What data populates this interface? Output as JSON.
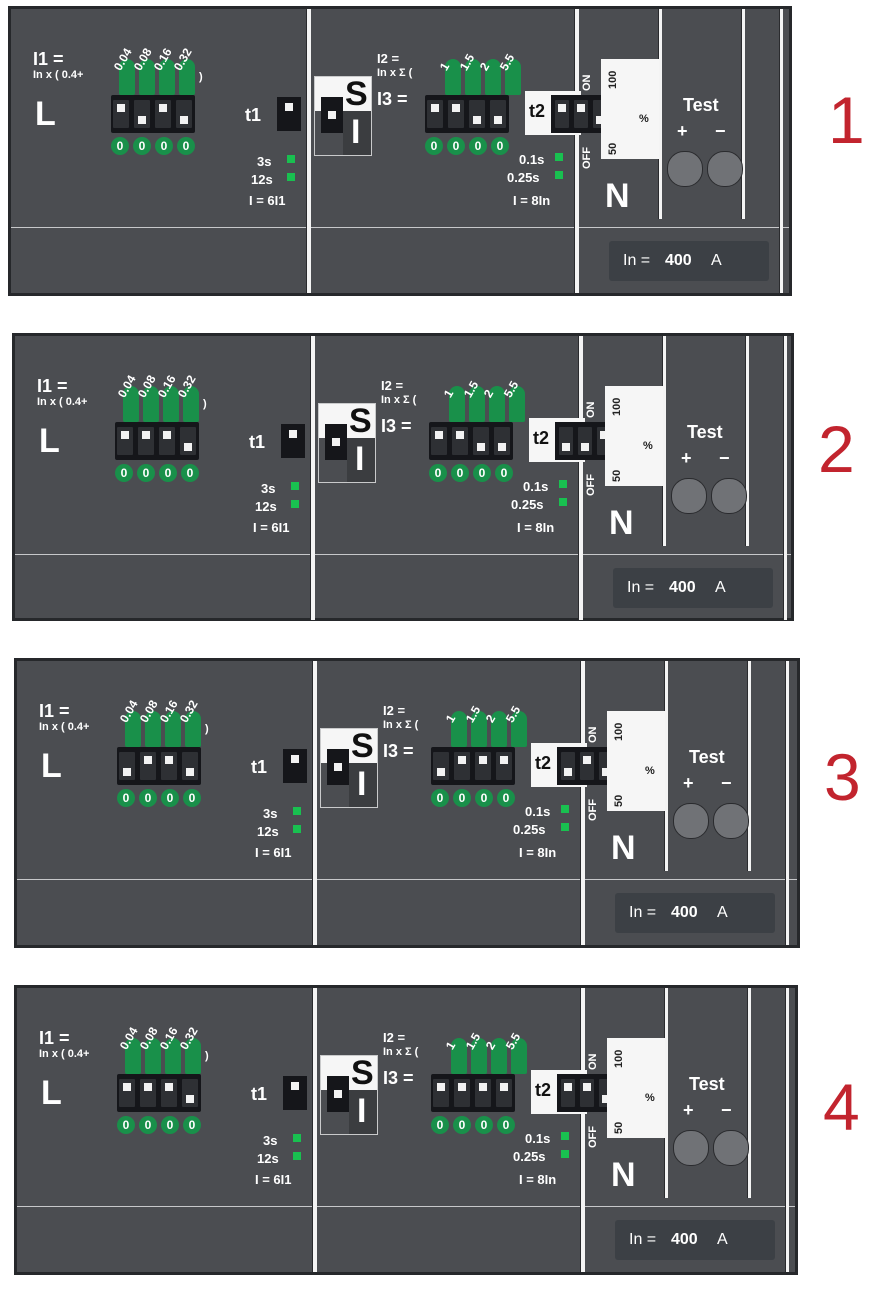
{
  "panels": [
    {
      "number": "1",
      "I1": "I1 =",
      "I1_formula": "In x ( 0.4+",
      "I1_close": ")",
      "I1_values": [
        "0.04",
        "0.08",
        "0.16",
        "0.32"
      ],
      "L": "L",
      "zeros": [
        "0",
        "0",
        "0",
        "0"
      ],
      "t1": "t1",
      "t1_times": [
        "3s",
        "12s"
      ],
      "I6I1": "I = 6I1",
      "S": "S",
      "I": "I",
      "I2": "I2 =",
      "I2_formula": "In x Σ (",
      "I2_close": ")",
      "I2_values": [
        "1",
        "1.5",
        "2",
        "5.5"
      ],
      "I3": "I3 =",
      "zeros2": [
        "0",
        "0",
        "0",
        "0"
      ],
      "t2": "t2",
      "t2_times": [
        "0.1s",
        "0.25s"
      ],
      "I8In": "I = 8In",
      "ON": "ON",
      "OFF": "OFF",
      "v100": "100",
      "v50": "50",
      "pct": "%",
      "N": "N",
      "test": "Test",
      "plus": "+",
      "minus": "−",
      "in_label": "In =",
      "in_value": "400",
      "in_unit": "A"
    },
    {
      "number": "2",
      "I1": "I1 =",
      "I1_formula": "In x ( 0.4+",
      "I1_close": ")",
      "I1_values": [
        "0.04",
        "0.08",
        "0.16",
        "0.32"
      ],
      "L": "L",
      "zeros": [
        "0",
        "0",
        "0",
        "0"
      ],
      "t1": "t1",
      "t1_times": [
        "3s",
        "12s"
      ],
      "I6I1": "I = 6I1",
      "S": "S",
      "I": "I",
      "I2": "I2 =",
      "I2_formula": "In x Σ (",
      "I2_close": ")",
      "I2_values": [
        "1",
        "1.5",
        "2",
        "5.5"
      ],
      "I3": "I3 =",
      "zeros2": [
        "0",
        "0",
        "0",
        "0"
      ],
      "t2": "t2",
      "t2_times": [
        "0.1s",
        "0.25s"
      ],
      "I8In": "I = 8In",
      "ON": "ON",
      "OFF": "OFF",
      "v100": "100",
      "v50": "50",
      "pct": "%",
      "N": "N",
      "test": "Test",
      "plus": "+",
      "minus": "−",
      "in_label": "In =",
      "in_value": "400",
      "in_unit": "A"
    },
    {
      "number": "3",
      "I1": "I1 =",
      "I1_formula": "In x ( 0.4+",
      "I1_close": ")",
      "I1_values": [
        "0.04",
        "0.08",
        "0.16",
        "0.32"
      ],
      "L": "L",
      "zeros": [
        "0",
        "0",
        "0",
        "0"
      ],
      "t1": "t1",
      "t1_times": [
        "3s",
        "12s"
      ],
      "I6I1": "I = 6I1",
      "S": "S",
      "I": "I",
      "I2": "I2 =",
      "I2_formula": "In x Σ (",
      "I2_close": ")",
      "I2_values": [
        "1",
        "1.5",
        "2",
        "5.5"
      ],
      "I3": "I3 =",
      "zeros2": [
        "0",
        "0",
        "0",
        "0"
      ],
      "t2": "t2",
      "t2_times": [
        "0.1s",
        "0.25s"
      ],
      "I8In": "I = 8In",
      "ON": "ON",
      "OFF": "OFF",
      "v100": "100",
      "v50": "50",
      "pct": "%",
      "N": "N",
      "test": "Test",
      "plus": "+",
      "minus": "−",
      "in_label": "In =",
      "in_value": "400",
      "in_unit": "A"
    },
    {
      "number": "4",
      "I1": "I1 =",
      "I1_formula": "In x ( 0.4+",
      "I1_close": ")",
      "I1_values": [
        "0.04",
        "0.08",
        "0.16",
        "0.32"
      ],
      "L": "L",
      "zeros": [
        "0",
        "0",
        "0",
        "0"
      ],
      "t1": "t1",
      "t1_times": [
        "3s",
        "12s"
      ],
      "I6I1": "I = 6I1",
      "S": "S",
      "I": "I",
      "I2": "I2 =",
      "I2_formula": "In x Σ (",
      "I2_close": ")",
      "I2_values": [
        "1",
        "1.5",
        "2",
        "5.5"
      ],
      "I3": "I3 =",
      "zeros2": [
        "0",
        "0",
        "0",
        "0"
      ],
      "t2": "t2",
      "t2_times": [
        "0.1s",
        "0.25s"
      ],
      "I8In": "I = 8In",
      "ON": "ON",
      "OFF": "OFF",
      "v100": "100",
      "v50": "50",
      "pct": "%",
      "N": "N",
      "test": "Test",
      "plus": "+",
      "minus": "−",
      "in_label": "In =",
      "in_value": "400",
      "in_unit": "A"
    }
  ],
  "colors": {
    "panel": "#4b4d51",
    "green": "#19904a",
    "number": "#c2242e"
  }
}
